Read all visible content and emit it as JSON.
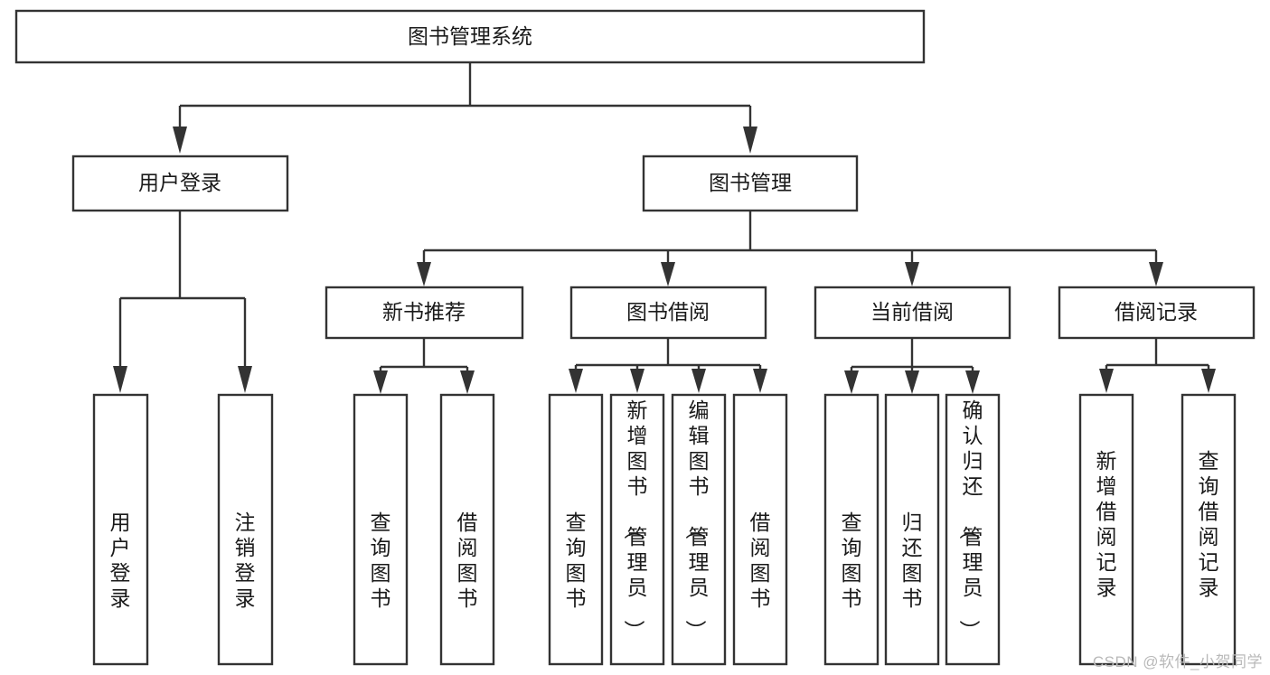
{
  "diagram": {
    "type": "tree",
    "title": "图书管理系统",
    "watermark": "CSDN @软件_小贺同学",
    "colors": {
      "background": "#ffffff",
      "stroke": "#333333",
      "box_fill": "#ffffff",
      "text": "#1a1a1a",
      "watermark": "#b9b9b9"
    },
    "nodes": {
      "root": {
        "label": "图书管理系统",
        "level": 1,
        "orientation": "horizontal"
      },
      "user_login": {
        "label": "用户登录",
        "level": 2,
        "orientation": "horizontal"
      },
      "book_manage": {
        "label": "图书管理",
        "level": 2,
        "orientation": "horizontal"
      },
      "new_book_rec": {
        "label": "新书推荐",
        "level": 3,
        "orientation": "horizontal"
      },
      "book_borrow": {
        "label": "图书借阅",
        "level": 3,
        "orientation": "horizontal"
      },
      "current_borrow": {
        "label": "当前借阅",
        "level": 3,
        "orientation": "horizontal"
      },
      "borrow_record": {
        "label": "借阅记录",
        "level": 3,
        "orientation": "horizontal"
      },
      "leaf_user_login": {
        "label": "用户登录",
        "level": 3,
        "orientation": "vertical"
      },
      "leaf_logout": {
        "label": "注销登录",
        "level": 3,
        "orientation": "vertical"
      },
      "leaf_query_book_1": {
        "label": "查询图书",
        "level": 4,
        "orientation": "vertical"
      },
      "leaf_borrow_book_1": {
        "label": "借阅图书",
        "level": 4,
        "orientation": "vertical"
      },
      "leaf_query_book_2": {
        "label": "查询图书",
        "level": 4,
        "orientation": "vertical"
      },
      "leaf_add_book": {
        "label": "新增图书（管理员）",
        "level": 4,
        "orientation": "vertical"
      },
      "leaf_edit_book": {
        "label": "编辑图书（管理员）",
        "level": 4,
        "orientation": "vertical"
      },
      "leaf_borrow_book_2": {
        "label": "借阅图书",
        "level": 4,
        "orientation": "vertical"
      },
      "leaf_query_book_3": {
        "label": "查询图书",
        "level": 4,
        "orientation": "vertical"
      },
      "leaf_return_book": {
        "label": "归还图书",
        "level": 4,
        "orientation": "vertical"
      },
      "leaf_confirm_return": {
        "label": "确认归还（管理员）",
        "level": 4,
        "orientation": "vertical"
      },
      "leaf_add_record": {
        "label": "新增借阅记录",
        "level": 4,
        "orientation": "vertical"
      },
      "leaf_query_record": {
        "label": "查询借阅记录",
        "level": 4,
        "orientation": "vertical"
      }
    },
    "edges": [
      {
        "from": "root",
        "to": "user_login"
      },
      {
        "from": "root",
        "to": "book_manage"
      },
      {
        "from": "user_login",
        "to": "leaf_user_login"
      },
      {
        "from": "user_login",
        "to": "leaf_logout"
      },
      {
        "from": "book_manage",
        "to": "new_book_rec"
      },
      {
        "from": "book_manage",
        "to": "book_borrow"
      },
      {
        "from": "book_manage",
        "to": "current_borrow"
      },
      {
        "from": "book_manage",
        "to": "borrow_record"
      },
      {
        "from": "new_book_rec",
        "to": "leaf_query_book_1"
      },
      {
        "from": "new_book_rec",
        "to": "leaf_borrow_book_1"
      },
      {
        "from": "book_borrow",
        "to": "leaf_query_book_2"
      },
      {
        "from": "book_borrow",
        "to": "leaf_add_book"
      },
      {
        "from": "book_borrow",
        "to": "leaf_edit_book"
      },
      {
        "from": "book_borrow",
        "to": "leaf_borrow_book_2"
      },
      {
        "from": "current_borrow",
        "to": "leaf_query_book_3"
      },
      {
        "from": "current_borrow",
        "to": "leaf_return_book"
      },
      {
        "from": "current_borrow",
        "to": "leaf_confirm_return"
      },
      {
        "from": "borrow_record",
        "to": "leaf_add_record"
      },
      {
        "from": "borrow_record",
        "to": "leaf_query_record"
      }
    ]
  }
}
